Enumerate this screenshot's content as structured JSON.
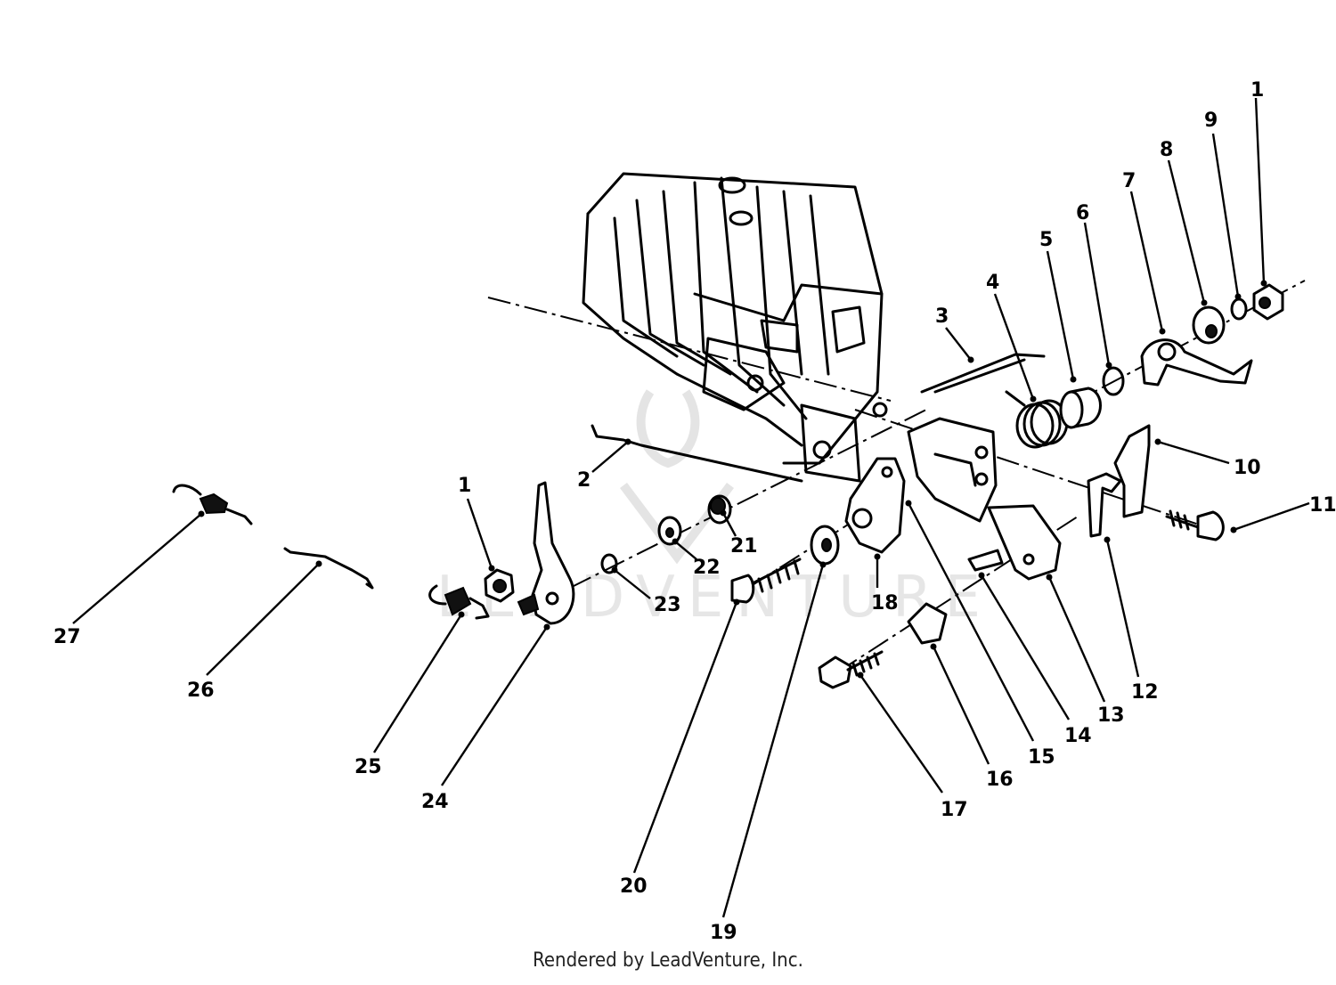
{
  "diagram": {
    "watermark": "LEADVENTURE",
    "credit": "Rendered by LeadVenture, Inc.",
    "callouts": [
      {
        "id": "c1a",
        "text": "1"
      },
      {
        "id": "c9",
        "text": "9"
      },
      {
        "id": "c8",
        "text": "8"
      },
      {
        "id": "c7",
        "text": "7"
      },
      {
        "id": "c6",
        "text": "6"
      },
      {
        "id": "c5",
        "text": "5"
      },
      {
        "id": "c4",
        "text": "4"
      },
      {
        "id": "c3",
        "text": "3"
      },
      {
        "id": "c10",
        "text": "10"
      },
      {
        "id": "c11",
        "text": "11"
      },
      {
        "id": "c2",
        "text": "2"
      },
      {
        "id": "c1b",
        "text": "1"
      },
      {
        "id": "c21",
        "text": "21"
      },
      {
        "id": "c22",
        "text": "22"
      },
      {
        "id": "c23",
        "text": "23"
      },
      {
        "id": "c18",
        "text": "18"
      },
      {
        "id": "c27",
        "text": "27"
      },
      {
        "id": "c26",
        "text": "26"
      },
      {
        "id": "c25",
        "text": "25"
      },
      {
        "id": "c24",
        "text": "24"
      },
      {
        "id": "c20",
        "text": "20"
      },
      {
        "id": "c19",
        "text": "19"
      },
      {
        "id": "c17",
        "text": "17"
      },
      {
        "id": "c16",
        "text": "16"
      },
      {
        "id": "c15",
        "text": "15"
      },
      {
        "id": "c14",
        "text": "14"
      },
      {
        "id": "c13",
        "text": "13"
      },
      {
        "id": "c12",
        "text": "12"
      }
    ]
  }
}
